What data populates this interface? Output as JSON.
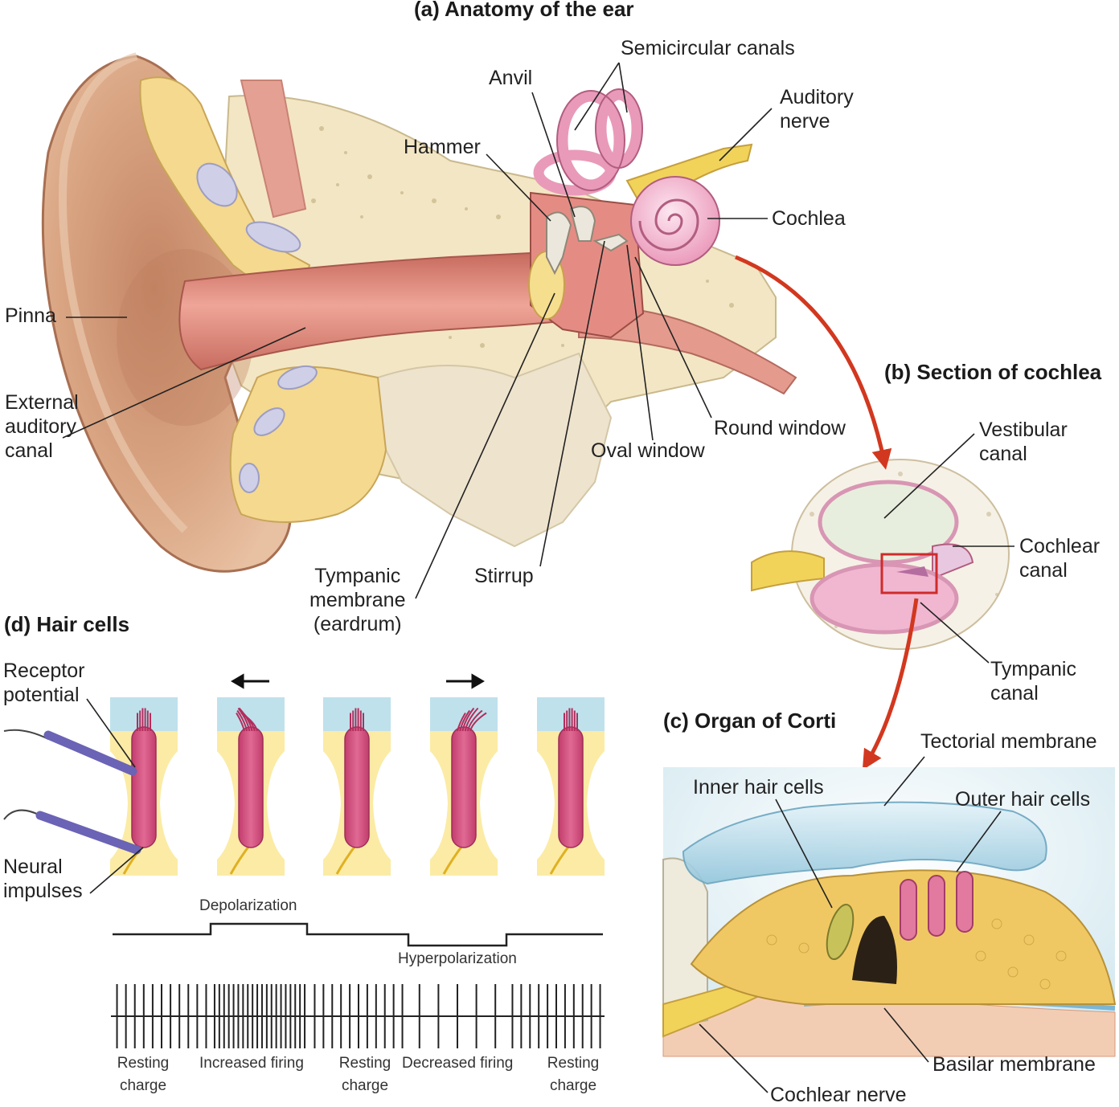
{
  "panels": {
    "a": {
      "title": "(a) Anatomy of the ear"
    },
    "b": {
      "title": "(b) Section of cochlea"
    },
    "c": {
      "title": "(c) Organ of Corti"
    },
    "d": {
      "title": "(d) Hair cells"
    }
  },
  "ear_labels": {
    "semicircular_canals": "Semicircular canals",
    "anvil": "Anvil",
    "auditory_nerve": "Auditory\nnerve",
    "hammer": "Hammer",
    "cochlea": "Cochlea",
    "pinna": "Pinna",
    "external_auditory_canal": "External\nauditory\ncanal",
    "round_window": "Round window",
    "oval_window": "Oval window",
    "tympanic_membrane": "Tympanic\nmembrane\n(eardrum)",
    "stirrup": "Stirrup"
  },
  "cochlea_labels": {
    "vestibular_canal": "Vestibular\ncanal",
    "cochlear_canal": "Cochlear\ncanal",
    "tympanic_canal": "Tympanic\ncanal"
  },
  "corti_labels": {
    "tectorial_membrane": "Tectorial membrane",
    "inner_hair_cells": "Inner hair cells",
    "outer_hair_cells": "Outer hair cells",
    "basilar_membrane": "Basilar membrane",
    "cochlear_nerve": "Cochlear nerve"
  },
  "hair_cell_labels": {
    "receptor_potential": "Receptor\npotential",
    "neural_impulses": "Neural\nimpulses",
    "depolarization": "Depolarization",
    "hyperpolarization": "Hyperpolarization",
    "states": [
      "Resting\ncharge",
      "Increased firing",
      "Resting\ncharge",
      "Decreased firing",
      "Resting\ncharge"
    ]
  },
  "hair_cells": [
    {
      "bend": "none"
    },
    {
      "bend": "left"
    },
    {
      "bend": "none"
    },
    {
      "bend": "right"
    },
    {
      "bend": "none"
    }
  ],
  "colors": {
    "skin": "#d7a07e",
    "bone": "#f2dc95",
    "canal": "#dd8878",
    "cochlea_pink": "#f2b6cf",
    "nerve": "#f0cf52",
    "hair_cell": "#d34c7c",
    "support": "#fbeba5",
    "tectorial": "#bfe1ec",
    "arrow_red": "#d2381f"
  }
}
